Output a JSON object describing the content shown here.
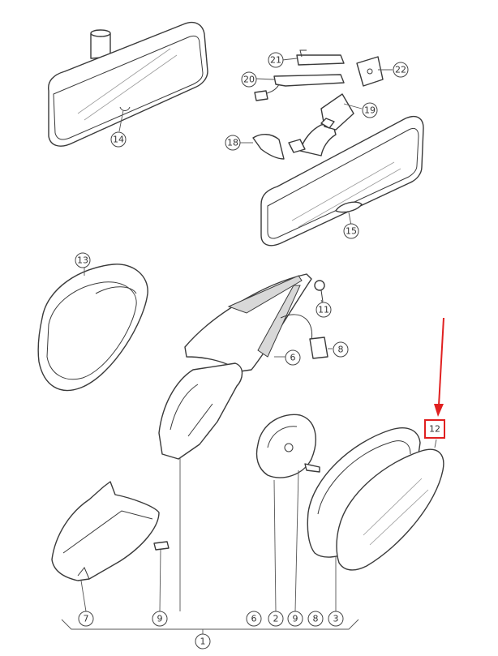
{
  "diagram": {
    "callouts": [
      {
        "id": "c14",
        "label": "14"
      },
      {
        "id": "c21",
        "label": "21"
      },
      {
        "id": "c20",
        "label": "20"
      },
      {
        "id": "c22",
        "label": "22"
      },
      {
        "id": "c19",
        "label": "19"
      },
      {
        "id": "c18",
        "label": "18"
      },
      {
        "id": "c15",
        "label": "15"
      },
      {
        "id": "c13",
        "label": "13"
      },
      {
        "id": "c11",
        "label": "11"
      },
      {
        "id": "c8a",
        "label": "8"
      },
      {
        "id": "c6a",
        "label": "6"
      },
      {
        "id": "c12",
        "label": "12"
      },
      {
        "id": "c7",
        "label": "7"
      },
      {
        "id": "c9a",
        "label": "9"
      },
      {
        "id": "c6b",
        "label": "6"
      },
      {
        "id": "c2",
        "label": "2"
      },
      {
        "id": "c9b",
        "label": "9"
      },
      {
        "id": "c8b",
        "label": "8"
      },
      {
        "id": "c3",
        "label": "3"
      },
      {
        "id": "c1",
        "label": "1"
      }
    ],
    "highlight": {
      "target": "12",
      "color": "#e02020"
    },
    "colors": {
      "line": "#3a3a3a",
      "highlight": "#e02020"
    }
  }
}
